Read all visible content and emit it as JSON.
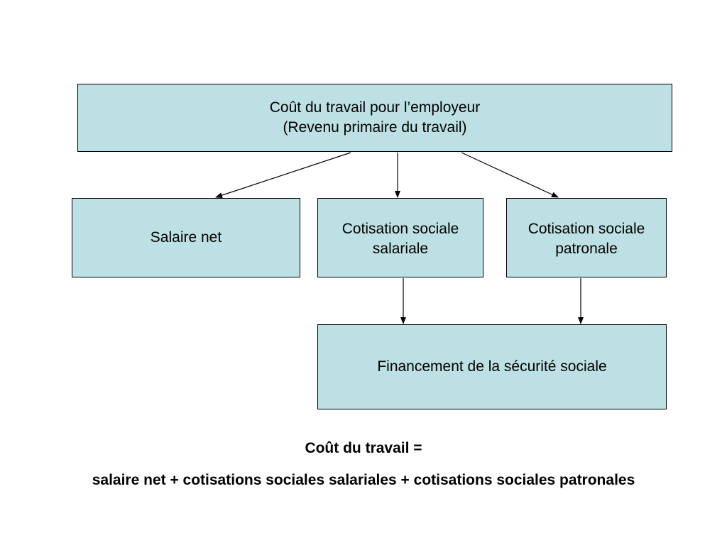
{
  "colors": {
    "box_fill": "#bde0e4",
    "box_border": "#000000",
    "arrow": "#000000",
    "text": "#000000"
  },
  "boxes": {
    "top": {
      "line1": "Coût du travail pour l’employeur",
      "line2": "(Revenu primaire du travail)"
    },
    "salaire_net": {
      "label": "Salaire net"
    },
    "cotisation_salariale": {
      "line1": "Cotisation sociale",
      "line2": "salariale"
    },
    "cotisation_patronale": {
      "line1": "Cotisation sociale",
      "line2": "patronale"
    },
    "financement": {
      "label": "Financement de la sécurité sociale"
    }
  },
  "formula": {
    "line1": "Coût du travail =",
    "line2": "salaire net + cotisations sociales salariales + cotisations sociales patronales"
  },
  "edges": [
    {
      "from": "top",
      "to": "salaire_net"
    },
    {
      "from": "top",
      "to": "cotisation_salariale"
    },
    {
      "from": "top",
      "to": "cotisation_patronale"
    },
    {
      "from": "cotisation_salariale",
      "to": "financement"
    },
    {
      "from": "cotisation_patronale",
      "to": "financement"
    }
  ]
}
